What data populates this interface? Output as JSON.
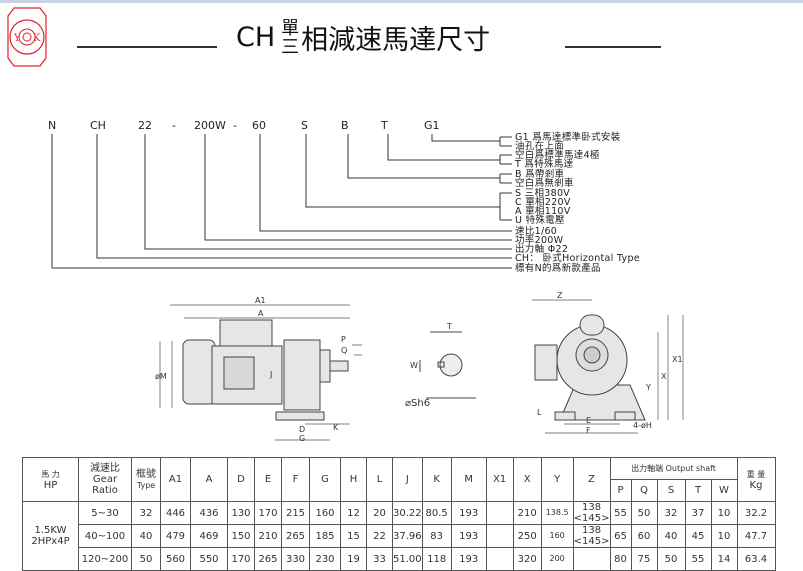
{
  "logo": {
    "text": "YOK",
    "color": "#e0202a"
  },
  "title": {
    "prefix": "CH",
    "stack_top": "單",
    "stack_bottom": "三",
    "main": "相減速馬達尺寸"
  },
  "designation": {
    "codes": [
      "N",
      "CH",
      "22",
      "-",
      "200W",
      "-",
      "60",
      "S",
      "B",
      "T",
      "G1"
    ],
    "legend": [
      "G1 爲馬達標準卧式安裝",
      "油孔在上面",
      "空白爲標準馬達4極",
      "T 爲特殊馬達",
      "B  爲帶剎車",
      "空白爲無剎車",
      "S   三相380V",
      "C   單相220V",
      "A   單相110V",
      "U   特殊電壓",
      "速比1/60",
      "功率200W",
      "出力軸 Φ22",
      "CH： 卧式Horizontal Type",
      "標有N的爲新款產品"
    ]
  },
  "drawings": {
    "side": [
      "A1",
      "A",
      "P",
      "Q",
      "J",
      "øM",
      "D",
      "G",
      "K"
    ],
    "shaft": [
      "T",
      "W",
      "⌀Sh6"
    ],
    "front": [
      "Z",
      "X1",
      "X",
      "Y",
      "L",
      "E",
      "F",
      "4-øH"
    ]
  },
  "table": {
    "headers": {
      "hp_cn": "馬    力",
      "hp": "HP",
      "ratio_cn": "減速比",
      "ratio_en1": "Gear",
      "ratio_en2": "Ratio",
      "type_cn": "框號",
      "type": "Type",
      "cols": [
        "A1",
        "A",
        "D",
        "E",
        "F",
        "G",
        "H",
        "L",
        "J",
        "K",
        "M",
        "X1",
        "X",
        "Y",
        "Z"
      ],
      "output": "出力軸端 Output shaft",
      "output_cols": [
        "P",
        "Q",
        "S",
        "T",
        "W"
      ],
      "weight_cn": "重    量",
      "weight": "Kg"
    },
    "group_label": [
      "1.5KW",
      "2HPx4P"
    ],
    "rows": [
      [
        "5~30",
        "32",
        "446",
        "436",
        "130",
        "170",
        "215",
        "160",
        "12",
        "20",
        "30.22",
        "80.5",
        "193",
        "",
        "210",
        "138.5",
        "138 <145>",
        "55",
        "50",
        "32",
        "37",
        "10",
        "32.2"
      ],
      [
        "40~100",
        "40",
        "479",
        "469",
        "150",
        "210",
        "265",
        "185",
        "15",
        "22",
        "37.96",
        "83",
        "193",
        "",
        "250",
        "160",
        "138 <145>",
        "65",
        "60",
        "40",
        "45",
        "10",
        "47.7"
      ],
      [
        "120~200",
        "50",
        "560",
        "550",
        "170",
        "265",
        "330",
        "230",
        "19",
        "33",
        "51.00",
        "118",
        "193",
        "",
        "320",
        "200",
        "",
        "80",
        "75",
        "50",
        "55",
        "14",
        "63.4"
      ]
    ]
  }
}
